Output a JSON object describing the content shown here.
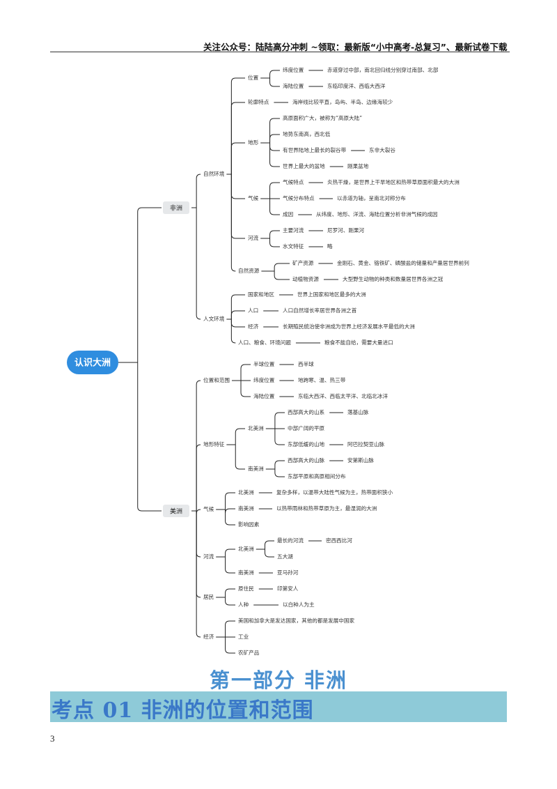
{
  "header": {
    "text": "关注公众号：陆陆高分冲刺 ~领取：最新版“小中高考-总复习”、最新试卷下载"
  },
  "mindmap": {
    "root": "认识大洲",
    "nodes": [
      {
        "id": "africa",
        "label": "非洲"
      },
      {
        "id": "america",
        "label": "美洲"
      },
      {
        "id": "af_nat",
        "label": "自然环境"
      },
      {
        "id": "af_hum",
        "label": "人文环境"
      },
      {
        "id": "af_pos",
        "label": "位置"
      },
      {
        "id": "af_lat",
        "label": "纬度位置"
      },
      {
        "id": "af_lat_v",
        "label": "赤道穿过中部，南北回归线分别穿过南部、北部"
      },
      {
        "id": "af_sea",
        "label": "海陆位置"
      },
      {
        "id": "af_sea_v",
        "label": "东临印度洋、西临大西洋"
      },
      {
        "id": "af_outline",
        "label": "轮廓特点"
      },
      {
        "id": "af_outline_v",
        "label": "海岸线比较平直，岛屿、半岛、边缘海较少"
      },
      {
        "id": "af_terrain",
        "label": "地形"
      },
      {
        "id": "af_ter1",
        "label": "高原面积广大，被称为“高原大陆”"
      },
      {
        "id": "af_ter2",
        "label": "地势东南高，西北低"
      },
      {
        "id": "af_ter3",
        "label": "有世界陆地上最长的裂谷带"
      },
      {
        "id": "af_ter3_v",
        "label": "东非大裂谷"
      },
      {
        "id": "af_ter4",
        "label": "世界上最大的盆地"
      },
      {
        "id": "af_ter4_v",
        "label": "刚果盆地"
      },
      {
        "id": "af_climate",
        "label": "气候"
      },
      {
        "id": "af_cl1",
        "label": "气候特点"
      },
      {
        "id": "af_cl1_v",
        "label": "炎热干燥，是世界上干旱地区和热带草原面积最大的大洲"
      },
      {
        "id": "af_cl2",
        "label": "气候分布特点"
      },
      {
        "id": "af_cl2_v",
        "label": "以赤道为轴，呈南北对称分布"
      },
      {
        "id": "af_cl3",
        "label": "成因"
      },
      {
        "id": "af_cl3_v",
        "label": "从纬度、地形、洋流、海陆位置分析非洲气候的成因"
      },
      {
        "id": "af_river",
        "label": "河流"
      },
      {
        "id": "af_rv1",
        "label": "主要河流"
      },
      {
        "id": "af_rv1_v",
        "label": "尼罗河、刚果河"
      },
      {
        "id": "af_rv2",
        "label": "水文特征"
      },
      {
        "id": "af_rv2_v",
        "label": "略"
      },
      {
        "id": "af_res",
        "label": "自然资源"
      },
      {
        "id": "af_res1",
        "label": "矿产资源"
      },
      {
        "id": "af_res1_v",
        "label": "金刚石、黄金、铬铁矿、磷酸盐的储量和产量居世界前列"
      },
      {
        "id": "af_res2",
        "label": "动植物资源"
      },
      {
        "id": "af_res2_v",
        "label": "大型野生动物的种类和数量居世界各洲之冠"
      },
      {
        "id": "af_h1",
        "label": "国家和地区"
      },
      {
        "id": "af_h1_v",
        "label": "世界上国家和地区最多的大洲"
      },
      {
        "id": "af_h2",
        "label": "人口"
      },
      {
        "id": "af_h2_v",
        "label": "人口自然增长率居世界各洲之首"
      },
      {
        "id": "af_h3",
        "label": "经济"
      },
      {
        "id": "af_h3_v",
        "label": "长期殖民统治使非洲成为世界上经济发展水平最低的大洲"
      },
      {
        "id": "af_h4",
        "label": "人口、粮食、环境问题"
      },
      {
        "id": "af_h4_v",
        "label": "粮食不能自给，需要大量进口"
      },
      {
        "id": "am_pos",
        "label": "位置和范围"
      },
      {
        "id": "am_p1",
        "label": "半球位置"
      },
      {
        "id": "am_p1_v",
        "label": "西半球"
      },
      {
        "id": "am_p2",
        "label": "纬度位置"
      },
      {
        "id": "am_p2_v",
        "label": "地跨寒、温、热三带"
      },
      {
        "id": "am_p3",
        "label": "海陆位置"
      },
      {
        "id": "am_p3_v",
        "label": "东临大西洋、西临太平洋、北临北冰洋"
      },
      {
        "id": "am_ter",
        "label": "地形特征"
      },
      {
        "id": "am_na",
        "label": "北美洲"
      },
      {
        "id": "am_na1",
        "label": "西部高大的山系"
      },
      {
        "id": "am_na1_v",
        "label": "落基山脉"
      },
      {
        "id": "am_na2",
        "label": "中部广阔的平原"
      },
      {
        "id": "am_na3",
        "label": "东部低缓的山地"
      },
      {
        "id": "am_na3_v",
        "label": "阿巴拉契亚山脉"
      },
      {
        "id": "am_sa",
        "label": "南美洲"
      },
      {
        "id": "am_sa1",
        "label": "西部高大的山脉"
      },
      {
        "id": "am_sa1_v",
        "label": "安第斯山脉"
      },
      {
        "id": "am_sa2",
        "label": "东部平原和高原相间分布"
      },
      {
        "id": "am_cl",
        "label": "气候"
      },
      {
        "id": "am_cl1",
        "label": "北美洲"
      },
      {
        "id": "am_cl1_v",
        "label": "复杂多样，以温带大陆性气候为主，热带面积狭小"
      },
      {
        "id": "am_cl2",
        "label": "南美洲"
      },
      {
        "id": "am_cl2_v",
        "label": "以热带雨林和热带草原为主，最湿润的大洲"
      },
      {
        "id": "am_cl3",
        "label": "影响因素"
      },
      {
        "id": "am_rv",
        "label": "河流"
      },
      {
        "id": "am_rv1",
        "label": "北美洲"
      },
      {
        "id": "am_rv1a",
        "label": "最长的河流"
      },
      {
        "id": "am_rv1a_v",
        "label": "密西西比河"
      },
      {
        "id": "am_rv1b",
        "label": "五大湖"
      },
      {
        "id": "am_rv2",
        "label": "南美洲"
      },
      {
        "id": "am_rv2_v",
        "label": "亚马孙河"
      },
      {
        "id": "am_pp",
        "label": "居民"
      },
      {
        "id": "am_pp1",
        "label": "原住民"
      },
      {
        "id": "am_pp1_v",
        "label": "印第安人"
      },
      {
        "id": "am_pp2",
        "label": "人种"
      },
      {
        "id": "am_pp2_v",
        "label": "以白种人为主"
      },
      {
        "id": "am_ec",
        "label": "经济"
      },
      {
        "id": "am_ec1",
        "label": "美国和加拿大是发达国家，其他的都是发展中国家"
      },
      {
        "id": "am_ec2",
        "label": "工业"
      },
      {
        "id": "am_ec3",
        "label": "农矿产品"
      }
    ]
  },
  "part_title": "第一部分  非洲",
  "section_title": "考点 01  非洲的位置和范围",
  "page_number": "3",
  "colors": {
    "root_fill": "#2f8ddf",
    "continent_fill": "#e6e8ea",
    "line": "#222222",
    "part_title": "#4a90d0",
    "band": "#8ecad8",
    "section_title": "#3a78c8"
  }
}
